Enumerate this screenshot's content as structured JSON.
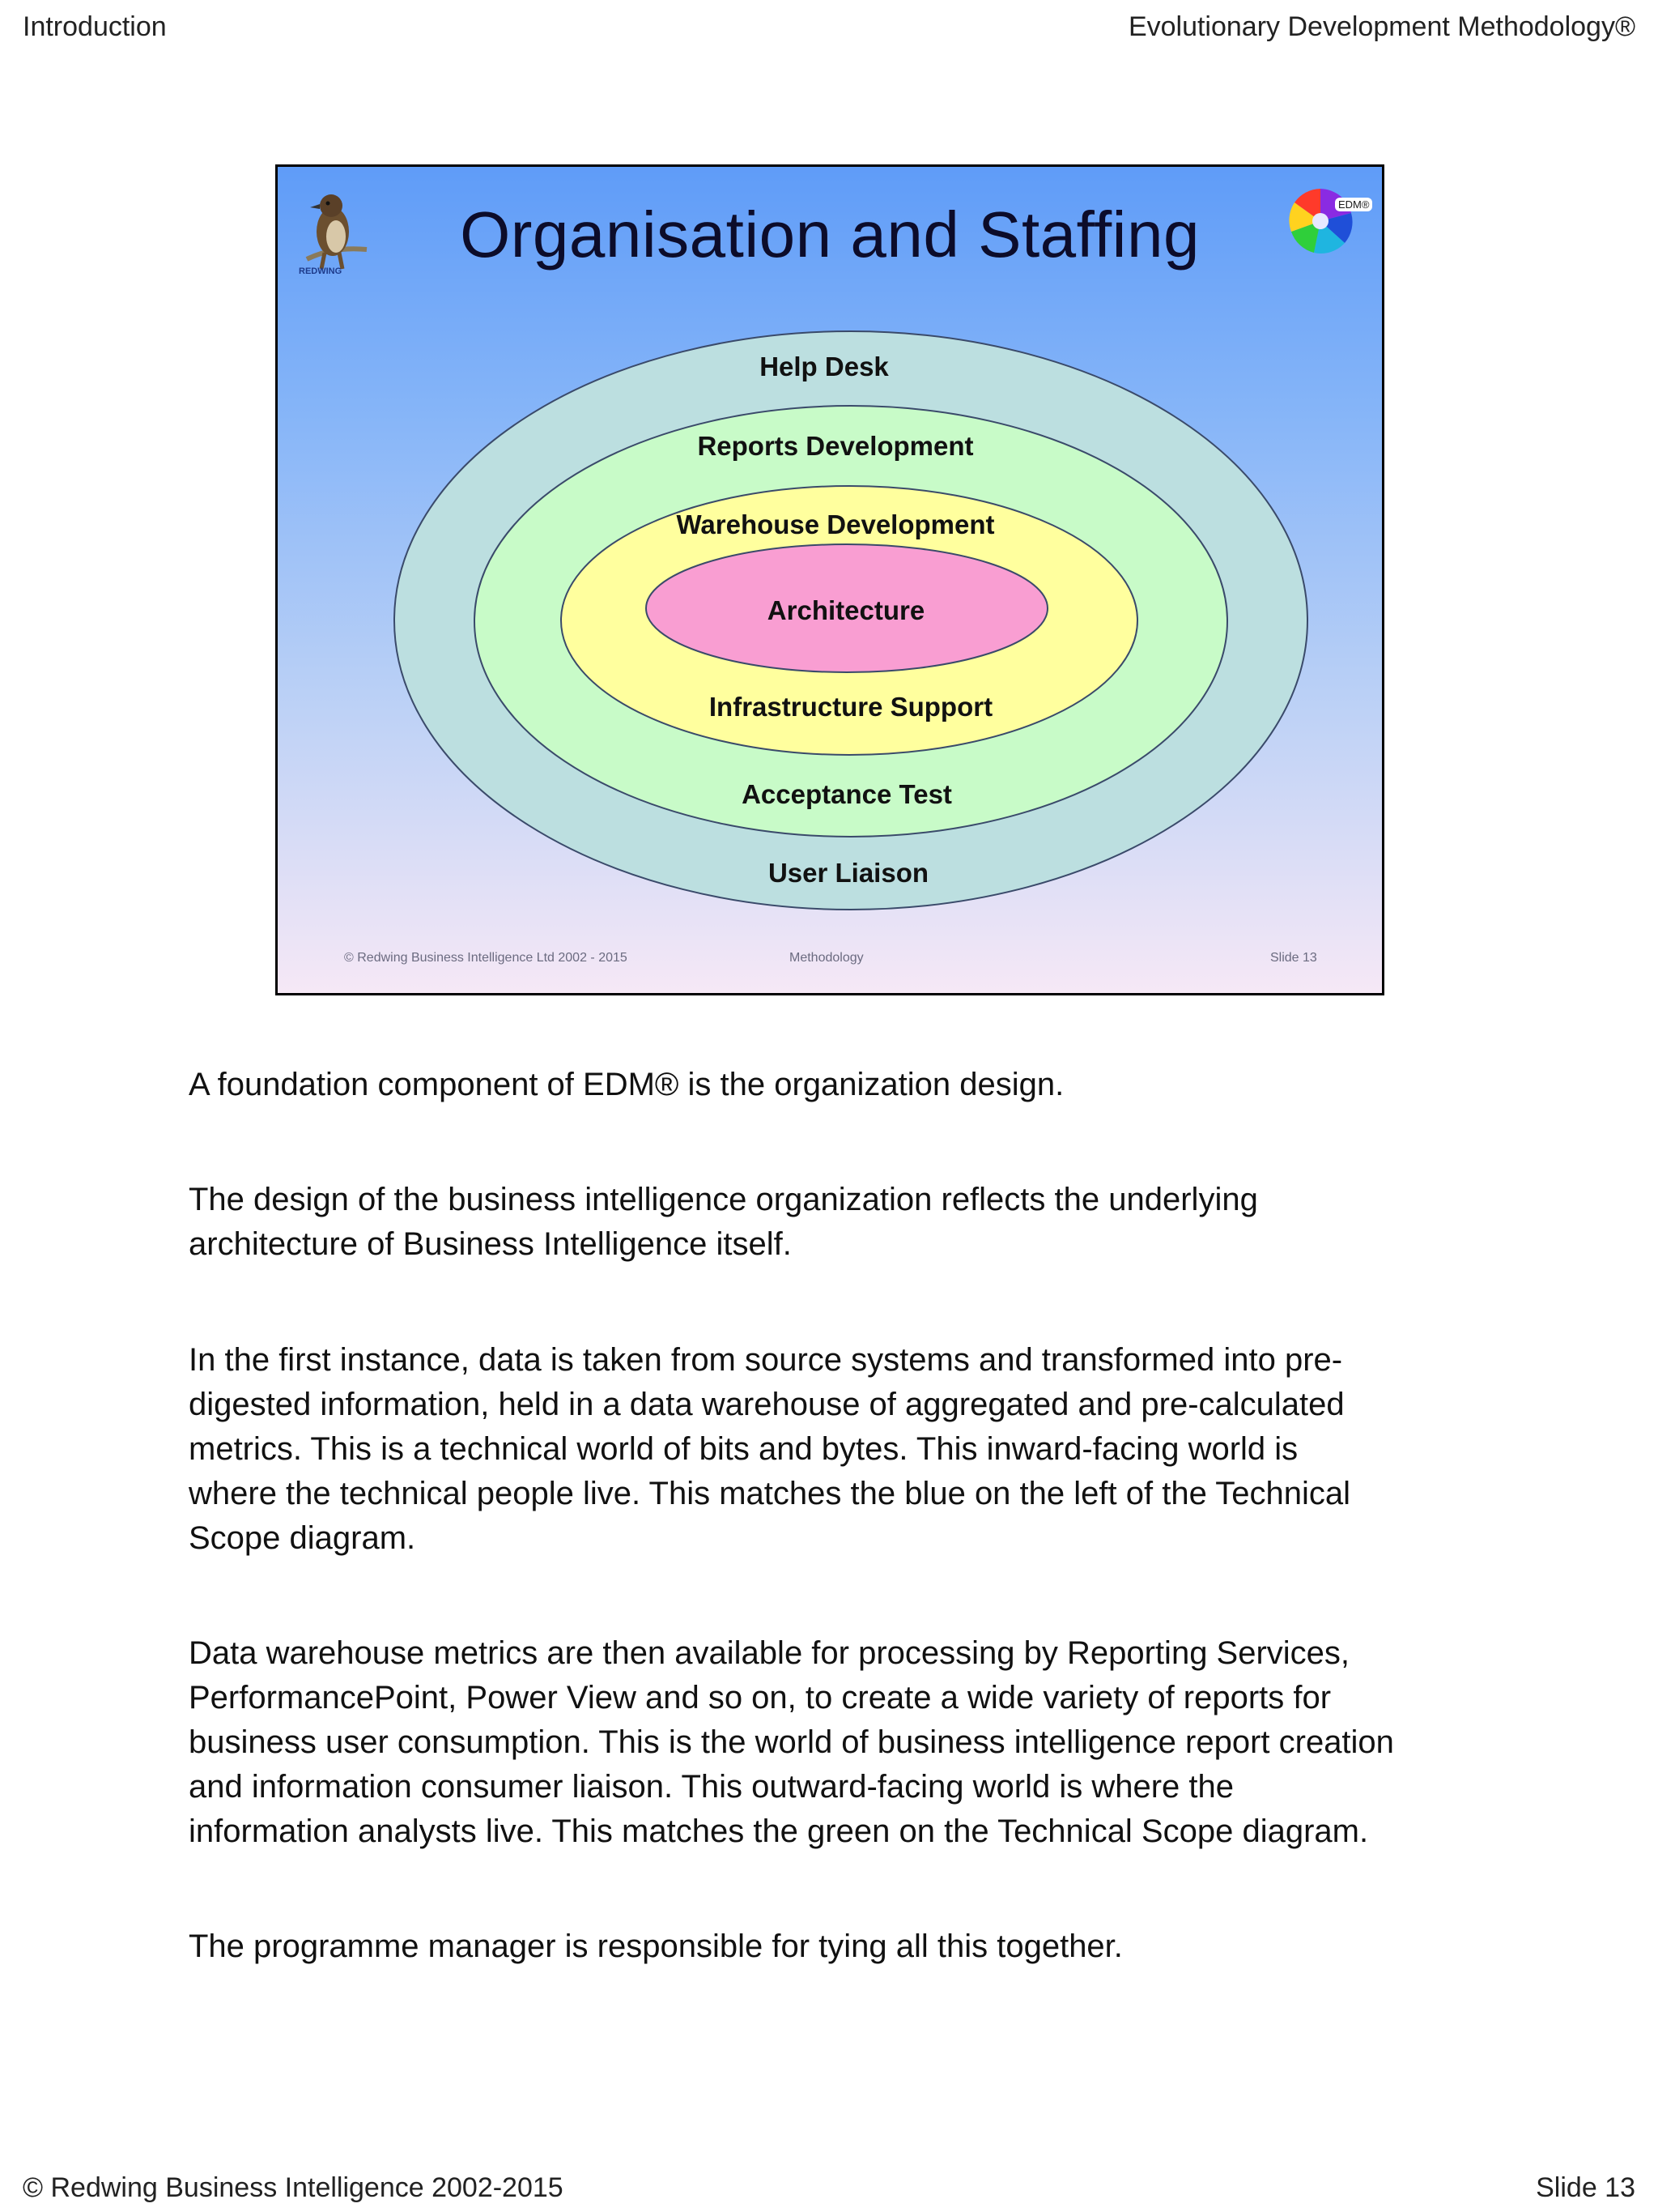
{
  "header": {
    "left": "Introduction",
    "right": "Evolutionary Development Methodology®"
  },
  "slide": {
    "title": "Organisation and Staffing",
    "logo_left_caption": "REDWING",
    "logo_right_caption": "EDM®",
    "rings": {
      "outer": {
        "top": "Help Desk",
        "bottom": "User Liaison",
        "color": "#bcdfe0"
      },
      "second": {
        "top": "Reports Development",
        "bottom": "Acceptance Test",
        "color": "#c8fbc8"
      },
      "third": {
        "top": "Warehouse Development",
        "bottom": "Infrastructure Support",
        "color": "#ffff9e"
      },
      "core": {
        "label": "Architecture",
        "color": "#f99ed2"
      }
    },
    "footer_left": "©  Redwing Business Intelligence Ltd   2002 - 2015",
    "footer_center": "Methodology",
    "footer_right": "Slide 13"
  },
  "body": {
    "p1": "A foundation component of EDM® is the organization design.",
    "p2_lines": [
      "The design of the business intelligence organization reflects the underlying",
      "architecture of Business Intelligence itself."
    ],
    "p3_lines": [
      "In the first instance, data is taken from source systems and transformed into pre-",
      "digested information, held in a data warehouse of aggregated and pre-calculated",
      "metrics.   This is a technical world of bits and bytes.  This inward-facing world is",
      "where the technical people live.  This matches the blue on the left of the Technical",
      "Scope diagram."
    ],
    "p4_lines": [
      "Data warehouse metrics are then available for processing by Reporting Services,",
      "PerformancePoint, Power View and so on, to create a wide variety of reports for",
      "business user consumption.  This is the world of business intelligence report creation",
      "and information consumer liaison. This outward-facing world is where the",
      "information analysts live.  This matches the green on the Technical Scope diagram."
    ],
    "p5": "The programme manager is responsible for tying all this together."
  },
  "footer": {
    "left": "©   Redwing Business Intelligence 2002-2015",
    "right": "Slide 13"
  }
}
